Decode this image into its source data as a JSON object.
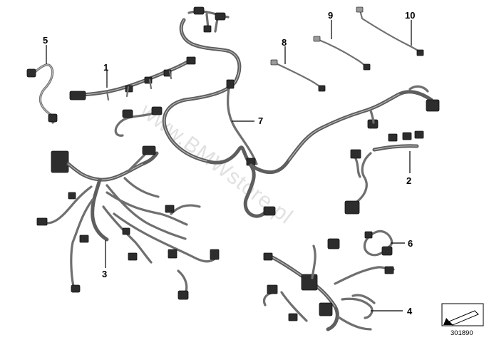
{
  "callouts": [
    {
      "id": "1",
      "label": "1"
    },
    {
      "id": "2",
      "label": "2"
    },
    {
      "id": "3",
      "label": "3"
    },
    {
      "id": "4",
      "label": "4"
    },
    {
      "id": "5",
      "label": "5"
    },
    {
      "id": "6",
      "label": "6"
    },
    {
      "id": "7",
      "label": "7"
    },
    {
      "id": "8",
      "label": "8"
    },
    {
      "id": "9",
      "label": "9"
    },
    {
      "id": "10",
      "label": "10"
    }
  ],
  "watermark": "www.BMWstore.pl",
  "reference_number": "301890",
  "icon": "arrow-box-icon"
}
